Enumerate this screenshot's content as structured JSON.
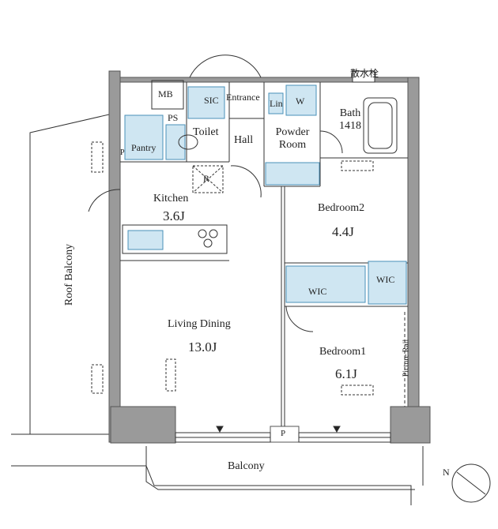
{
  "rooms": {
    "entrance": "Entrance",
    "sic": "SIC",
    "mb": "MB",
    "ps": "PS",
    "pantry": "Pantry",
    "toilet": "Toilet",
    "hall": "Hall",
    "linen": "Lin",
    "washer": "W",
    "powder_room_line1": "Powder",
    "powder_room_line2": "Room",
    "bath_label": "Bath",
    "bath_size": "1418",
    "water_tap": "散水栓",
    "refrigerator": "R",
    "kitchen": "Kitchen",
    "kitchen_size": "3.6J",
    "bedroom2": "Bedroom2",
    "bedroom2_size": "4.4J",
    "wic_left": "WIC",
    "wic_right": "WIC",
    "living_dining": "Living Dining",
    "living_dining_size": "13.0J",
    "bedroom1": "Bedroom1",
    "bedroom1_size": "6.1J",
    "picture_rail": "Picture Rail",
    "roof_balcony": "Roof Balcony",
    "balcony": "Balcony",
    "pipe_space": "P",
    "pipe_space_bottom": "P"
  },
  "compass": {
    "label": "N"
  },
  "colors": {
    "fixture_fill": "#cfe6f2",
    "fixture_stroke": "#4a90b8",
    "wall": "#9a9a9a",
    "line": "#333333"
  }
}
